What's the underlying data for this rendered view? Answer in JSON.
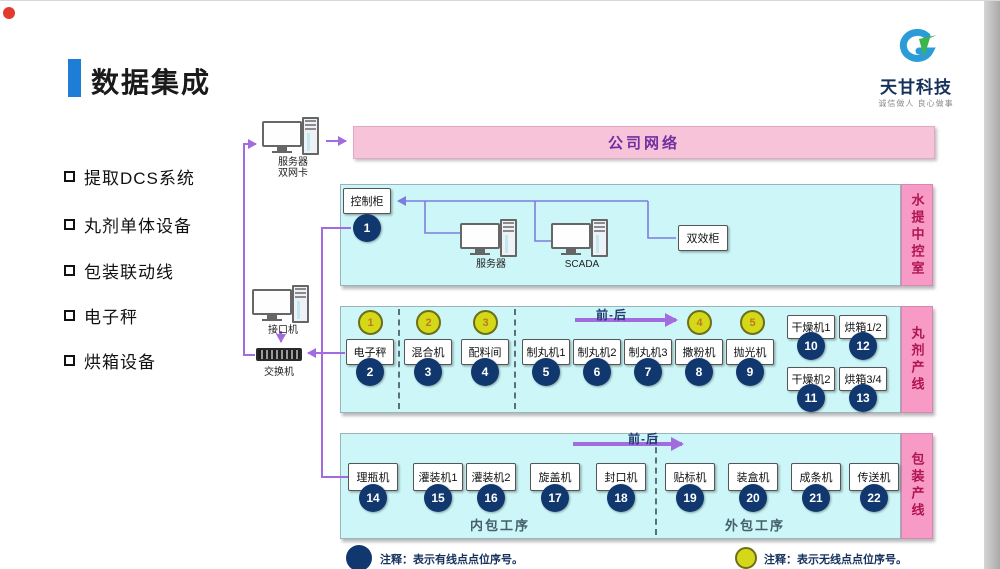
{
  "slide": {
    "title": "数据集成"
  },
  "logo": {
    "company": "天甘科技",
    "slogan": "诚信做人 良心做事"
  },
  "bullets": {
    "items": [
      {
        "label": "提取DCS系统"
      },
      {
        "label": "丸剂单体设备"
      },
      {
        "label": "包装联动线"
      },
      {
        "label": "电子秤"
      },
      {
        "label": "烘箱设备"
      }
    ]
  },
  "network": {
    "banner": "公司网络",
    "server_dualnic": {
      "line1": "服务器",
      "line2": "双网卡"
    },
    "interface": "接口机",
    "switch": "交换机"
  },
  "control_room": {
    "tab": "水提中控室",
    "cabinet": "控制柜",
    "cabinet_point": "1",
    "server": "服务器",
    "scada": "SCADA",
    "dual_effect": "双效柜"
  },
  "pill_line": {
    "tab": "丸剂产线",
    "flow": "前-后",
    "machines": [
      {
        "label": "电子秤",
        "wired": "2",
        "wireless": "1"
      },
      {
        "label": "混合机",
        "wired": "3",
        "wireless": "2"
      },
      {
        "label": "配料间",
        "wired": "4",
        "wireless": "3"
      },
      {
        "label": "制丸机1",
        "wired": "5"
      },
      {
        "label": "制丸机2",
        "wired": "6"
      },
      {
        "label": "制丸机3",
        "wired": "7"
      },
      {
        "label": "撒粉机",
        "wired": "8",
        "wireless": "4"
      },
      {
        "label": "抛光机",
        "wired": "9",
        "wireless": "5"
      },
      {
        "label": "干燥机1",
        "wired": "10"
      },
      {
        "label": "烘箱1/2",
        "wired": "12"
      },
      {
        "label": "干燥机2",
        "wired": "11"
      },
      {
        "label": "烘箱3/4",
        "wired": "13"
      }
    ]
  },
  "packaging_line": {
    "tab": "包装产线",
    "flow": "前-后",
    "inner_section": "内包工序",
    "outer_section": "外包工序",
    "machines": [
      {
        "label": "理瓶机",
        "wired": "14"
      },
      {
        "label": "灌装机1",
        "wired": "15"
      },
      {
        "label": "灌装机2",
        "wired": "16"
      },
      {
        "label": "旋盖机",
        "wired": "17"
      },
      {
        "label": "封口机",
        "wired": "18"
      },
      {
        "label": "贴标机",
        "wired": "19"
      },
      {
        "label": "装盒机",
        "wired": "20"
      },
      {
        "label": "成条机",
        "wired": "21"
      },
      {
        "label": "传送机",
        "wired": "22"
      }
    ]
  },
  "legend": {
    "wired": "注释：表示有线点点位序号。",
    "wireless": "注释：表示无线点点位序号。"
  },
  "colors": {
    "accent": "#1e7ed7",
    "banner_bg": "#f6c3d9",
    "banner_text": "#7030a0",
    "panel_bg": "#cdf6f8",
    "tab_bg": "#f79ac6",
    "tab_text": "#b01550",
    "wired": "#10386e",
    "wireless": "#d3d818",
    "line_purple": "#a36be0",
    "line_blue": "#7d7de0"
  }
}
